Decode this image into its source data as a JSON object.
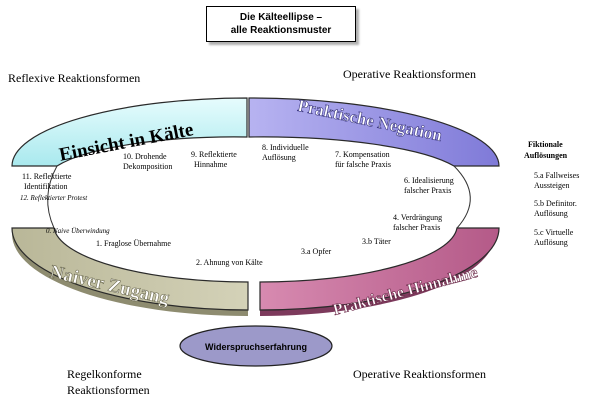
{
  "title": {
    "line1": "Die Kälteellipse –",
    "line2": "alle Reaktionsmuster"
  },
  "corners": {
    "top_left": "Reflexive Reaktionsformen",
    "top_right": "Operative Reaktionsformen",
    "bottom_left_1": "Regelkonforme",
    "bottom_left_2": "Reaktionsformen",
    "bottom_right": "Operative Reaktionsformen"
  },
  "segments": {
    "einsicht": "Einsicht in Kälte",
    "negation": "Praktische Negation",
    "hinnahme": "Praktische Hinnahme",
    "naiv": "Naiver Zugang"
  },
  "center_ellipse": "Widerspruchserfahrung",
  "fiktional": {
    "title_1": "Fiktionale",
    "title_2": "Auflösungen",
    "items": [
      {
        "l1": "5.a Fallweises",
        "l2": "Aussteigen"
      },
      {
        "l1": "5.b Definitor.",
        "l2": "Auflösung"
      },
      {
        "l1": "5.c Virtuelle",
        "l2": "Auflösung"
      }
    ]
  },
  "items": {
    "i0": "0. Naive Überwindung",
    "i1": "1. Fraglose Übernahme",
    "i2": "2. Ahnung von Kälte",
    "i3a": "3.a Opfer",
    "i3b": "3.b Täter",
    "i4_1": "4. Verdrängung",
    "i4_2": "falscher Praxis",
    "i6_1": "6. Idealisierung",
    "i6_2": "falscher Praxis",
    "i7_1": "7. Kompensation",
    "i7_2": "für falsche Praxis",
    "i8_1": "8. Individuelle",
    "i8_2": "Auflösung",
    "i9_1": "9. Reflektierte",
    "i9_2": "Hinnahme",
    "i10_1": "10. Drohende",
    "i10_2": "Dekomposition",
    "i11_1": "11. Reflektierte",
    "i11_2": "Identifikation",
    "i12": "12. Reflektierter Protest"
  },
  "colors": {
    "einsicht": "#c9f3f5",
    "negation": "#9e9ae8",
    "hinnahme": "#c7739c",
    "naiv": "#c3c1a4",
    "center": "#9c99c9"
  }
}
